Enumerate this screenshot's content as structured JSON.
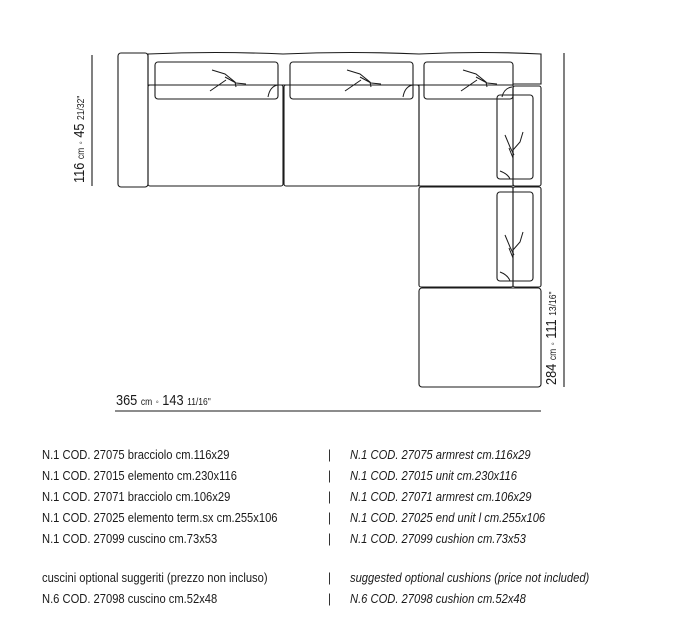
{
  "dimensions": {
    "depth": {
      "cm": "116",
      "cm_unit": "cm",
      "sep": "◦",
      "inch": "45",
      "inch_frac": "21/32\""
    },
    "length": {
      "cm": "284",
      "cm_unit": "cm",
      "sep": "◦",
      "inch": "111",
      "inch_frac": "13/16\""
    },
    "width": {
      "cm": "365",
      "cm_unit": "cm",
      "sep": "◦",
      "inch": "143",
      "inch_frac": "11/16\""
    }
  },
  "items_it": [
    "N.1 COD. 27075 bracciolo cm.116x29",
    "N.1 COD. 27015 elemento cm.230x116",
    "N.1 COD. 27071 bracciolo cm.106x29",
    "N.1 COD. 27025 elemento term.sx cm.255x106",
    "N.1 COD. 27099 cuscino cm.73x53"
  ],
  "items_en": [
    "N.1 COD. 27075 armrest cm.116x29",
    "N.1 COD. 27015 unit cm.230x116",
    "N.1 COD. 27071 armrest cm.106x29",
    "N.1 COD. 27025 end unit l cm.255x106",
    "N.1 COD. 27099 cushion cm.73x53"
  ],
  "optional_it": [
    "cuscini optional suggeriti (prezzo non incluso)",
    "N.6 COD. 27098 cuscino cm.52x48"
  ],
  "optional_en": [
    "suggested optional cushions (price not included)",
    "N.6 COD. 27098 cushion cm.52x48"
  ],
  "separator": "|"
}
